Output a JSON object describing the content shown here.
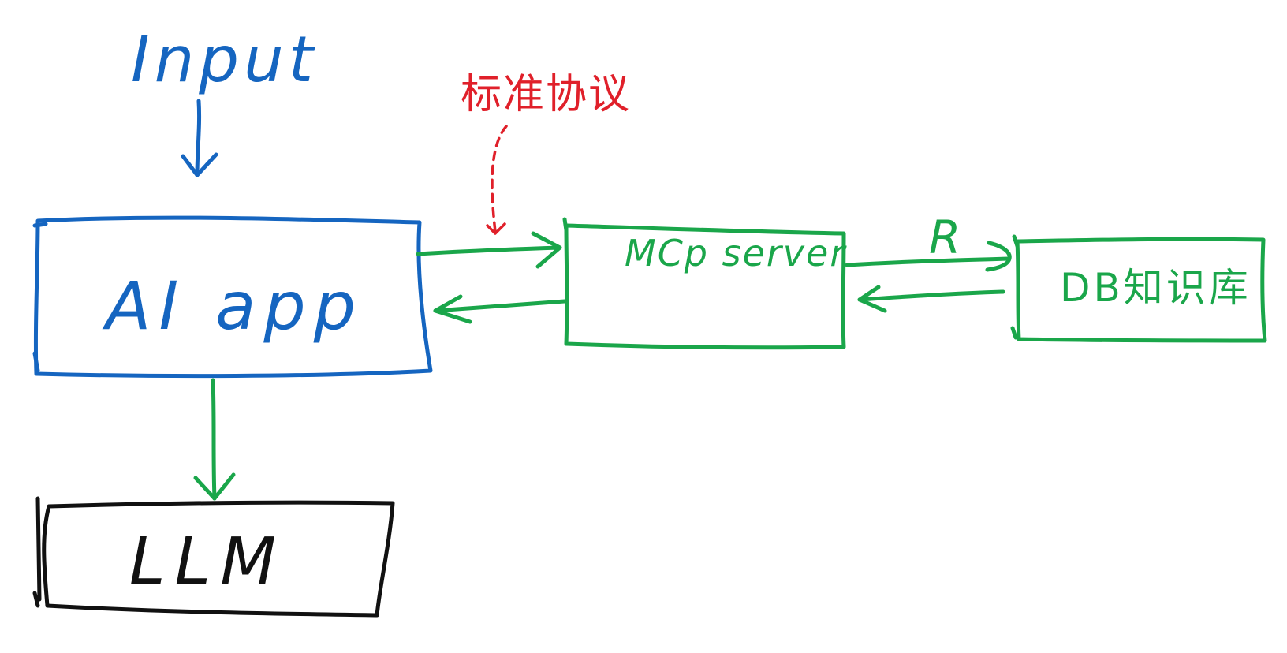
{
  "colors": {
    "blue": "#1565c0",
    "green": "#1aa64a",
    "red": "#e0202a",
    "black": "#111111"
  },
  "labels": {
    "input": "Input",
    "protocol": "标准协议",
    "ai_app": "AI app",
    "mcp_server": "MCp server",
    "r_label": "R",
    "db": "DB知识库",
    "llm": "LLM"
  }
}
